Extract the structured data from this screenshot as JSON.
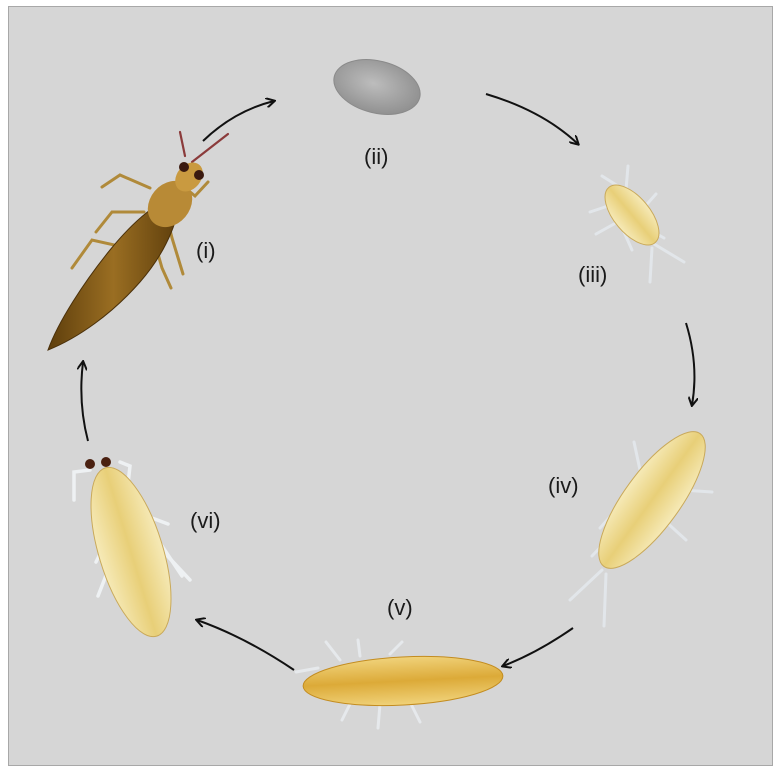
{
  "title": "",
  "stage_labels": [
    "(i)",
    "(ii)",
    "(iii)",
    "(iv)",
    "(v)",
    "(vi)"
  ],
  "stage_icons": [
    "adult-thrips-icon",
    "egg-icon",
    "first-instar-larva-icon",
    "second-instar-larva-icon",
    "propupa-icon",
    "pupa-icon"
  ],
  "colors": {
    "background": "#d6d6d6",
    "arrow": "#111111",
    "adult_body": "#7a5414",
    "larva_pale": "#f0dc94",
    "larva_yellow": "#e9bf4c",
    "egg": "#a4a4a4",
    "legs_pale": "#eef1f3"
  }
}
